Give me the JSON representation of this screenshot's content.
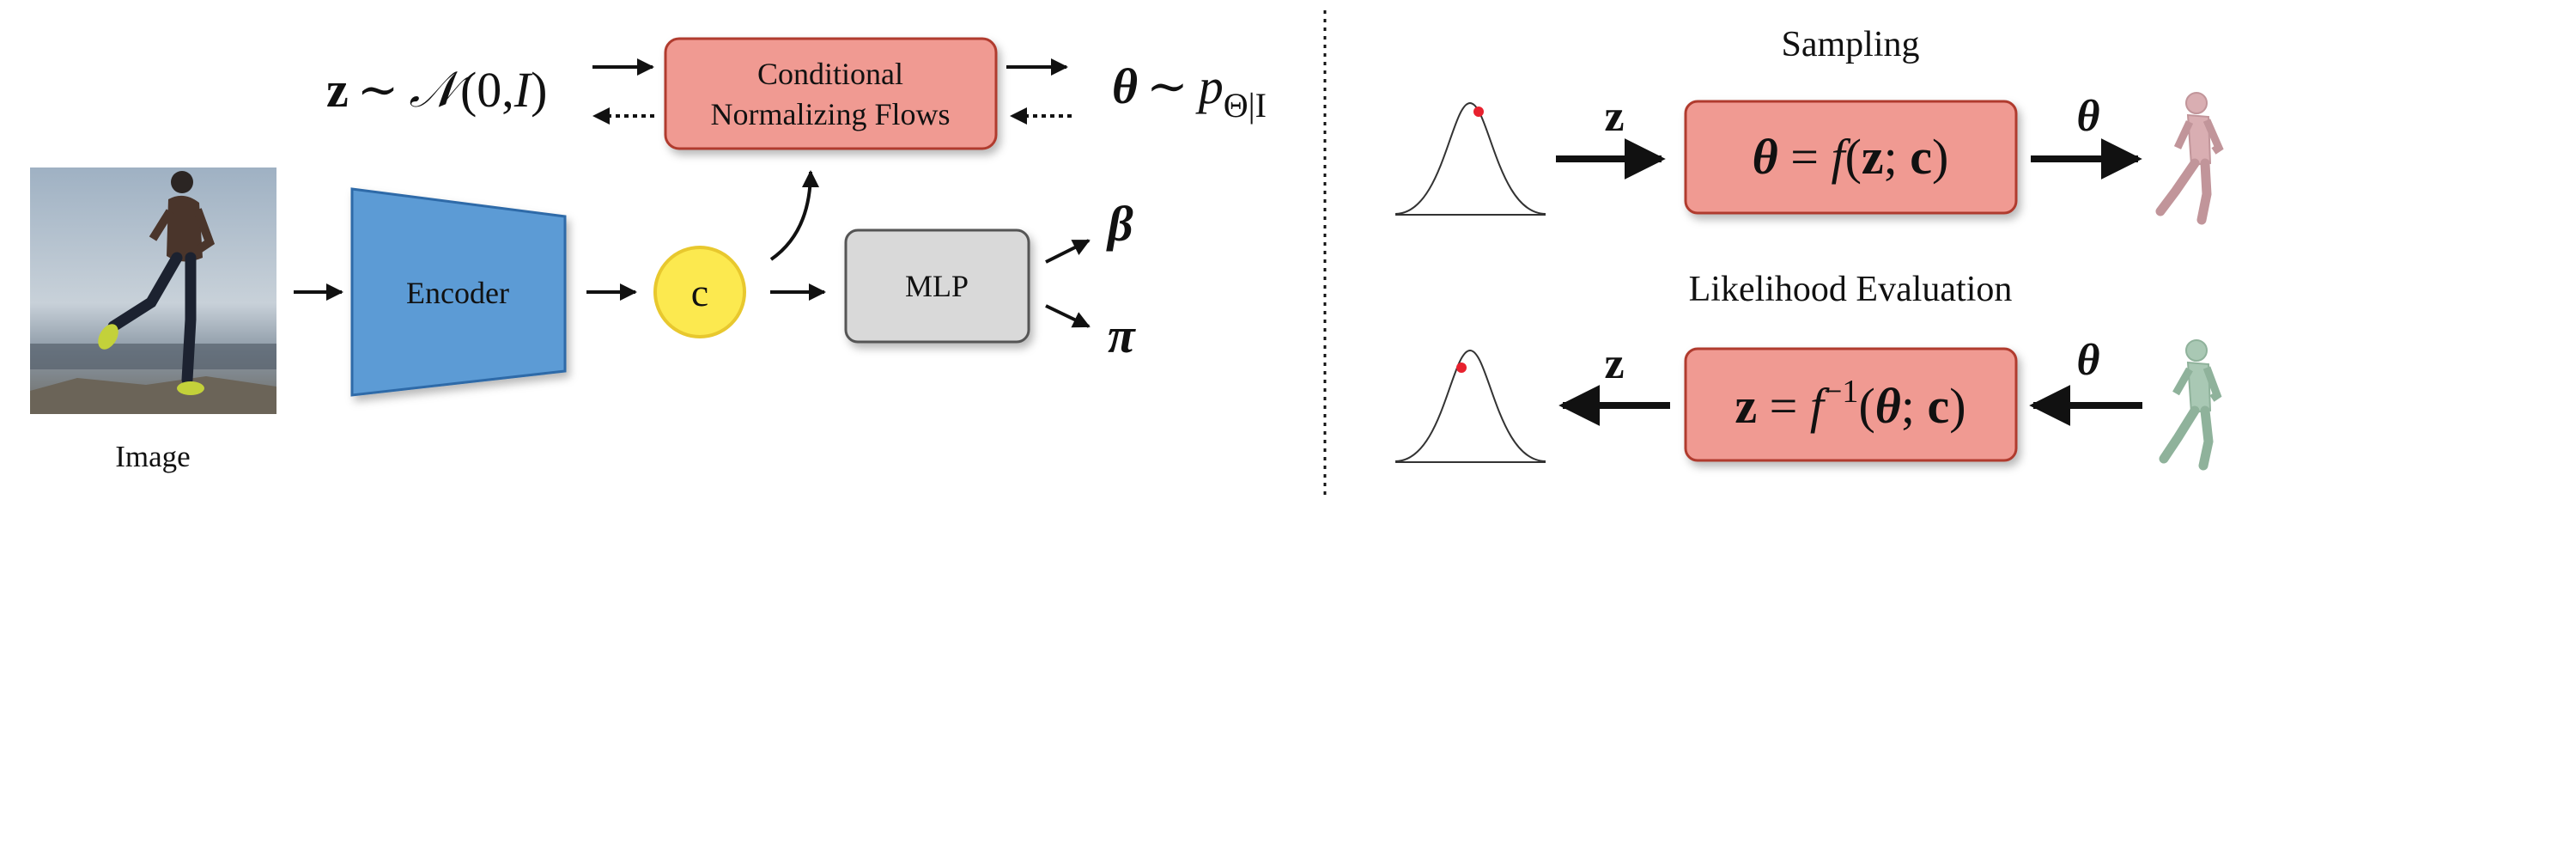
{
  "left_panel": {
    "image_label": "Image",
    "encoder_label": "Encoder",
    "condition_symbol": "c",
    "mlp_label": "MLP",
    "flows_line1": "Conditional",
    "flows_line2": "Normalizing Flows",
    "prior": {
      "z": "z",
      "sim": "∼",
      "N": "𝒩",
      "args": "(0,",
      "I": "I",
      "close": ")"
    },
    "posterior": {
      "theta": "θ",
      "sim": "∼",
      "p": "p",
      "sub": "Θ|I"
    },
    "beta": "β",
    "pi": "π"
  },
  "right_panel": {
    "sampling_title": "Sampling",
    "sampling_in": "z",
    "sampling_out": "θ",
    "sampling_eq": {
      "lhs": "θ",
      "eq": " = ",
      "f": "f",
      "open": "(",
      "z": "z",
      "sep": "; ",
      "c": "c",
      "close": ")"
    },
    "likelihood_title": "Likelihood Evaluation",
    "likelihood_in": "θ",
    "likelihood_out": "z",
    "likelihood_eq": {
      "lhs": "z",
      "eq": " = ",
      "f": "f",
      "sup": "−1",
      "open": "(",
      "theta": "θ",
      "sep": "; ",
      "c": "c",
      "close": ")"
    }
  },
  "colors": {
    "encoder": "#5b9bd5",
    "condition": "#fce94f",
    "mlp": "#d9d9d9",
    "flow": "#f09a92",
    "flow_border": "#b03a2e",
    "marker": "#e8212e"
  }
}
